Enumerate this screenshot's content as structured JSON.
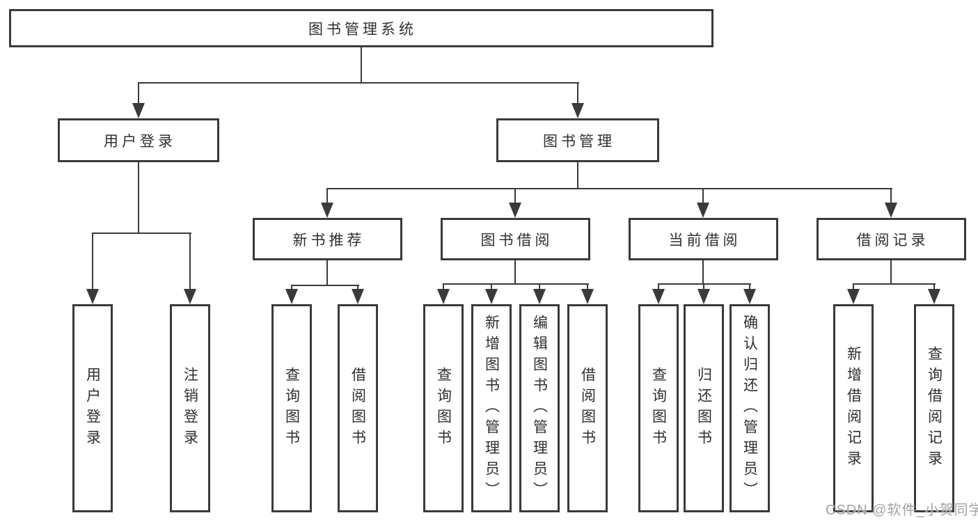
{
  "diagram_title": "图书管理系统",
  "nodes": {
    "root": {
      "label": "图书管理系统"
    },
    "user_login": {
      "label": "用户登录"
    },
    "book_mgmt": {
      "label": "图书管理"
    },
    "new_book_rec": {
      "label": "新书推荐"
    },
    "book_borrow": {
      "label": "图书借阅"
    },
    "current_borrow": {
      "label": "当前借阅"
    },
    "borrow_records": {
      "label": "借阅记录"
    },
    "leaf_user_login": {
      "label": "用户登录"
    },
    "leaf_logout": {
      "label": "注销登录"
    },
    "leaf_query_books_rec": {
      "label": "查询图书"
    },
    "leaf_borrow_books_rec": {
      "label": "借阅图书"
    },
    "leaf_query_books_borrow": {
      "label": "查询图书"
    },
    "leaf_add_books": {
      "label": "新增图书（管理员）"
    },
    "leaf_edit_books": {
      "label": "编辑图书（管理员）"
    },
    "leaf_borrow_books_borrow": {
      "label": "借阅图书"
    },
    "leaf_query_books_current": {
      "label": "查询图书"
    },
    "leaf_return_books": {
      "label": "归还图书"
    },
    "leaf_confirm_return": {
      "label": "确认归还（管理员）"
    },
    "leaf_add_borrow_record": {
      "label": "新增借阅记录"
    },
    "leaf_query_borrow_record": {
      "label": "查询借阅记录"
    }
  },
  "tree": {
    "label": "图书管理系统",
    "children": [
      {
        "label": "用户登录",
        "children": [
          {
            "label": "用户登录"
          },
          {
            "label": "注销登录"
          }
        ]
      },
      {
        "label": "图书管理",
        "children": [
          {
            "label": "新书推荐",
            "children": [
              {
                "label": "查询图书"
              },
              {
                "label": "借阅图书"
              }
            ]
          },
          {
            "label": "图书借阅",
            "children": [
              {
                "label": "查询图书"
              },
              {
                "label": "新增图书（管理员）"
              },
              {
                "label": "编辑图书（管理员）"
              },
              {
                "label": "借阅图书"
              }
            ]
          },
          {
            "label": "当前借阅",
            "children": [
              {
                "label": "查询图书"
              },
              {
                "label": "归还图书"
              },
              {
                "label": "确认归还（管理员）"
              }
            ]
          },
          {
            "label": "借阅记录",
            "children": [
              {
                "label": "新增借阅记录"
              },
              {
                "label": "查询借阅记录"
              }
            ]
          }
        ]
      }
    ]
  },
  "watermark": {
    "text": "CSDN @软件_小贺同学"
  },
  "colors": {
    "line": "#3a3a3a",
    "text": "#2f2f2f",
    "watermark": "#a3a3a3",
    "background": "#ffffff"
  }
}
